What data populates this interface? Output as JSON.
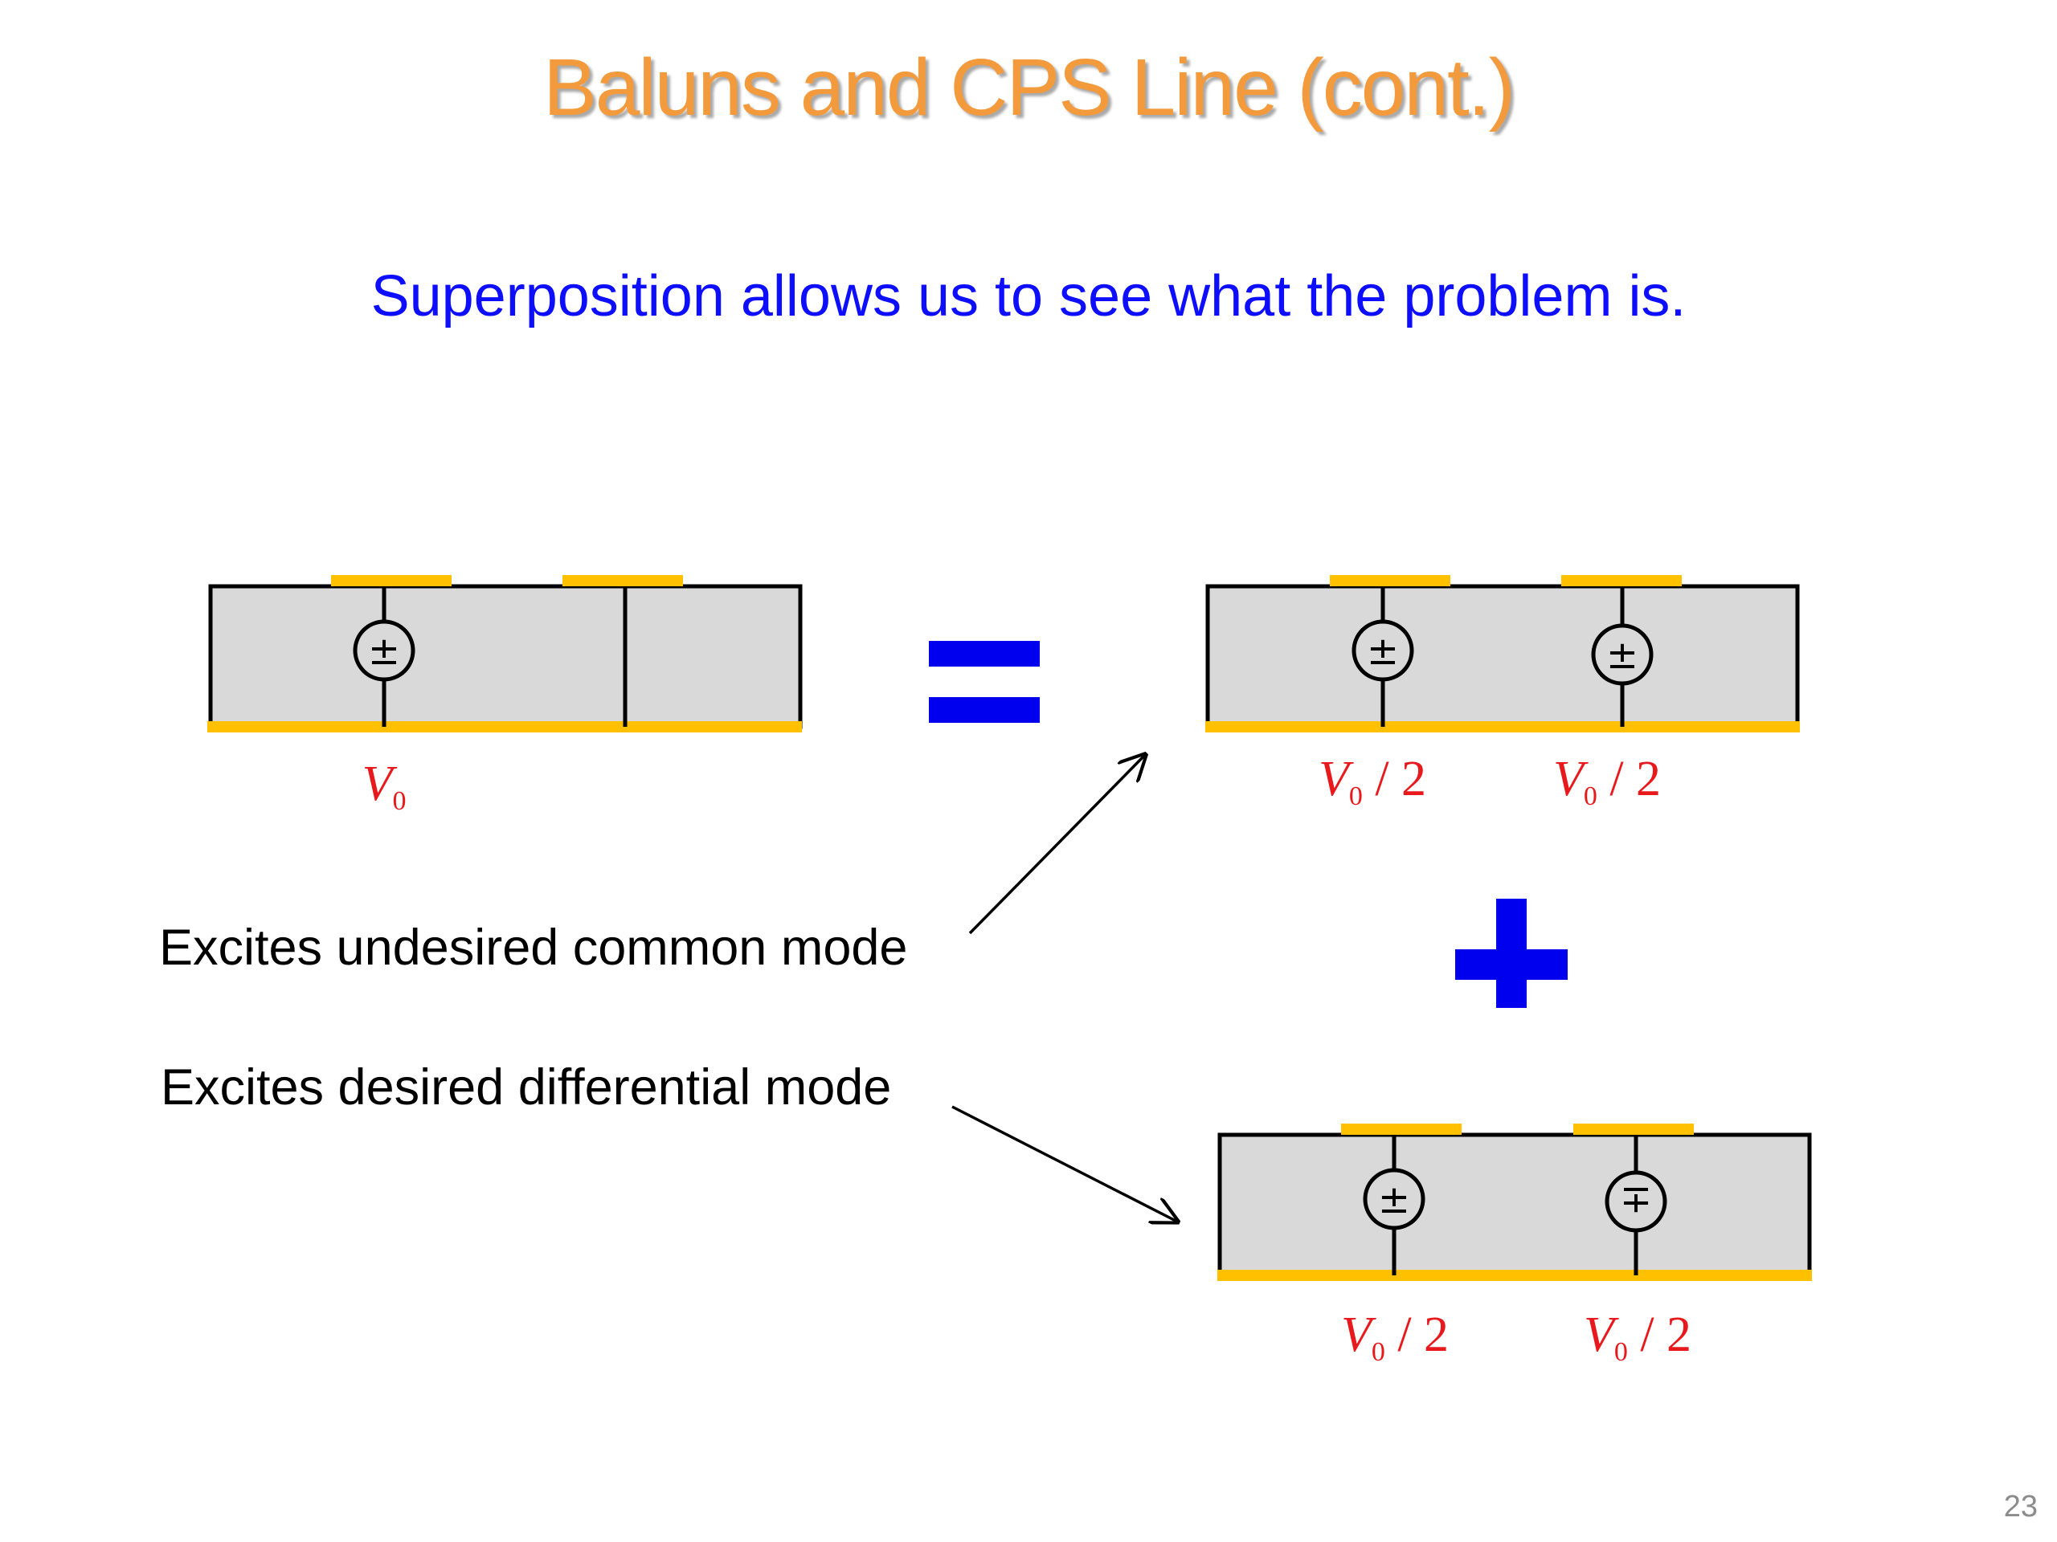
{
  "slide": {
    "title": "Baluns and CPS Line (cont.)",
    "subtitle": "Superposition allows us to see what the problem is.",
    "page_number": "23"
  },
  "labels": {
    "common_mode": "Excites undesired common mode",
    "differential_mode": "Excites desired differential mode"
  },
  "operators": {
    "equals": "=",
    "plus": "+"
  },
  "circuits": {
    "original": {
      "source_label": {
        "main": "V",
        "sub": "0",
        "suffix": ""
      }
    },
    "common": {
      "left_label": {
        "main": "V",
        "sub": "0",
        "suffix": " / 2"
      },
      "right_label": {
        "main": "V",
        "sub": "0",
        "suffix": " / 2"
      }
    },
    "differential": {
      "left_label": {
        "main": "V",
        "sub": "0",
        "suffix": " / 2"
      },
      "right_label": {
        "main": "V",
        "sub": "0",
        "suffix": " / 2"
      }
    }
  },
  "colors": {
    "title": "#F39A3C",
    "subtitle": "#0D0DFF",
    "operator": "#0000EE",
    "voltage_label": "#E8191C",
    "conductor": "#FFC000",
    "substrate": "#D9D9D9"
  }
}
